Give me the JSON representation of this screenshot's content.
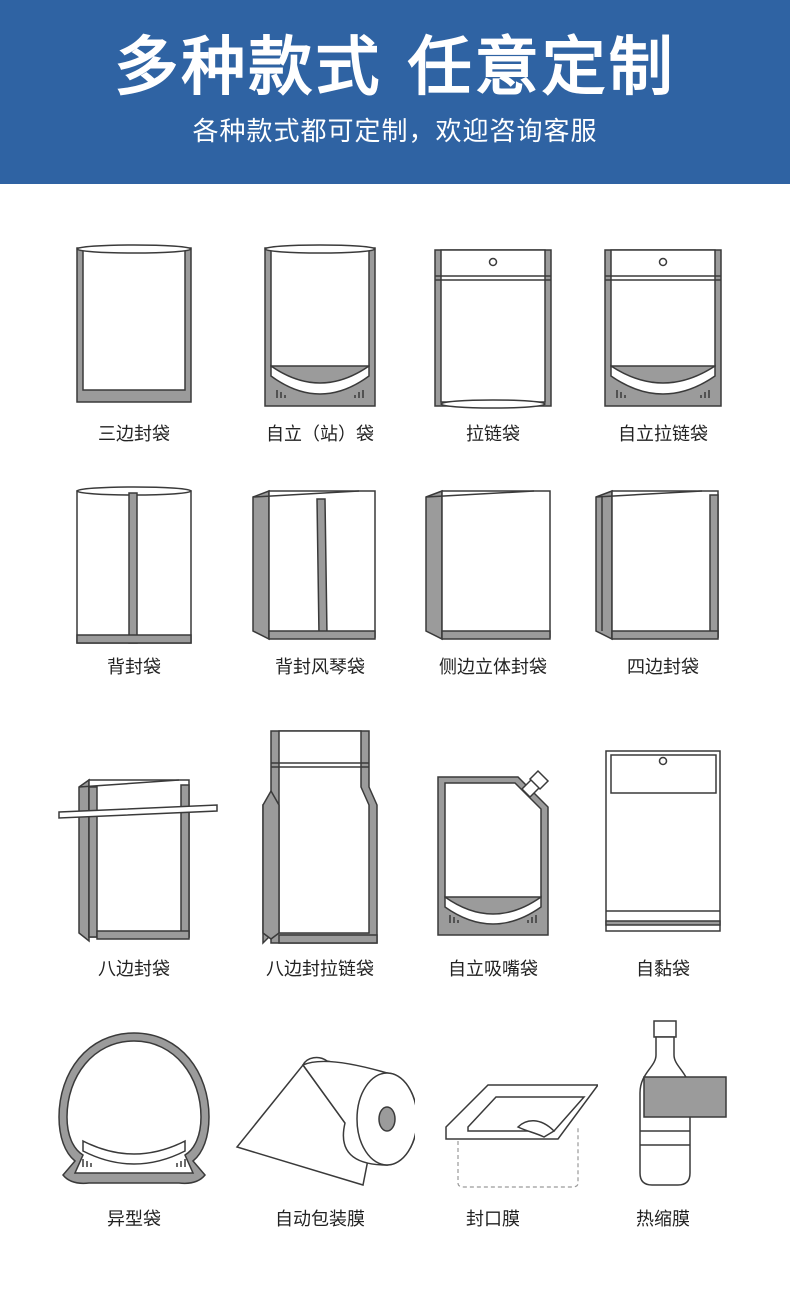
{
  "header": {
    "title": "多种款式 任意定制",
    "subtitle": "各种款式都可定制，欢迎咨询客服",
    "background_color": "#2f63a3"
  },
  "items": [
    {
      "label": "三边封袋",
      "icon": "three-side-seal-bag-icon"
    },
    {
      "label": "自立（站）袋",
      "icon": "stand-up-pouch-icon"
    },
    {
      "label": "拉链袋",
      "icon": "zipper-bag-icon"
    },
    {
      "label": "自立拉链袋",
      "icon": "stand-up-zipper-bag-icon"
    },
    {
      "label": "背封袋",
      "icon": "back-seal-bag-icon"
    },
    {
      "label": "背封风琴袋",
      "icon": "back-seal-gusset-bag-icon"
    },
    {
      "label": "侧边立体封袋",
      "icon": "side-gusset-bag-icon"
    },
    {
      "label": "四边封袋",
      "icon": "four-side-seal-bag-icon"
    },
    {
      "label": "八边封袋",
      "icon": "eight-side-seal-bag-icon"
    },
    {
      "label": "八边封拉链袋",
      "icon": "eight-side-seal-zipper-bag-icon"
    },
    {
      "label": "自立吸嘴袋",
      "icon": "spout-pouch-icon"
    },
    {
      "label": "自黏袋",
      "icon": "self-adhesive-bag-icon"
    },
    {
      "label": "异型袋",
      "icon": "shaped-bag-icon"
    },
    {
      "label": "自动包装膜",
      "icon": "film-roll-icon"
    },
    {
      "label": "封口膜",
      "icon": "lidding-film-icon"
    },
    {
      "label": "热缩膜",
      "icon": "shrink-sleeve-bottle-icon"
    }
  ]
}
